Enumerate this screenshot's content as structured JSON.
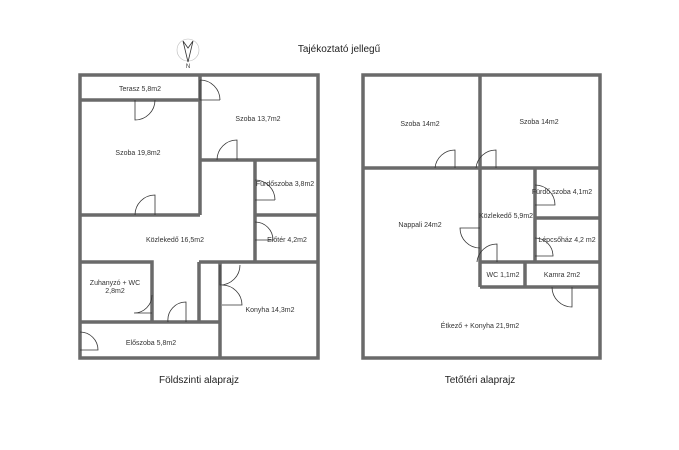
{
  "title": "Tajékoztató jellegű",
  "compass": {
    "label": "N"
  },
  "ground_floor": {
    "caption": "Földszinti alaprajz",
    "rooms": [
      "Terasz 5,8m2",
      "Szoba  13,7m2",
      "Szoba  19,8m2",
      "Fürdőszoba  3,8m2",
      "Közlekedő 16,5m2",
      "Előtér  4,2m2",
      "Zuhanyzó + WC",
      "2,8m2",
      "Konyha 14,3m2",
      "Előszoba  5,8m2"
    ]
  },
  "upper_floor": {
    "caption": "Tetőtéri alaprajz",
    "rooms": [
      "Szoba 14m2",
      "Szoba 14m2",
      "Nappali 24m2",
      "Közlekedő 5,9m2",
      "Fürdő szoba 4,1m2",
      "Lépcsőház 4,2 m2",
      "WC 1,1m2",
      "Kamra 2m2",
      "Étkező + Konyha  21,9m2"
    ]
  }
}
